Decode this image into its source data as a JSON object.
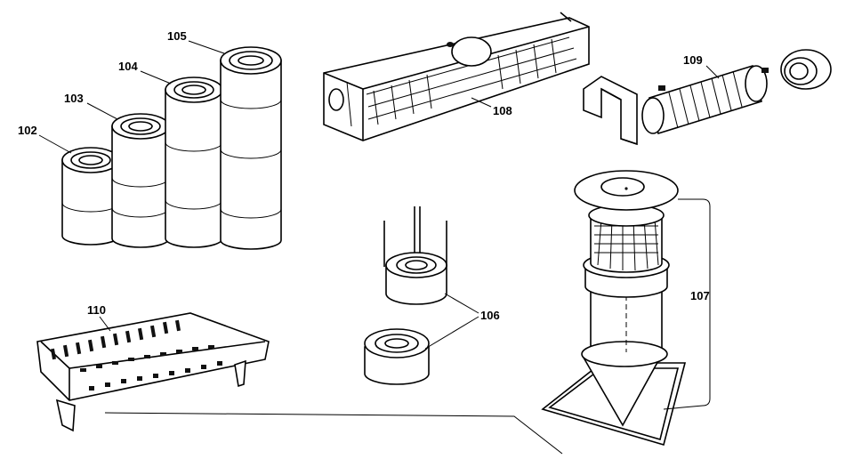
{
  "callouts": {
    "c102": "102",
    "c103": "103",
    "c104": "104",
    "c105": "105",
    "c106": "106",
    "c107": "107",
    "c108": "108",
    "c109": "109",
    "c110": "110"
  }
}
